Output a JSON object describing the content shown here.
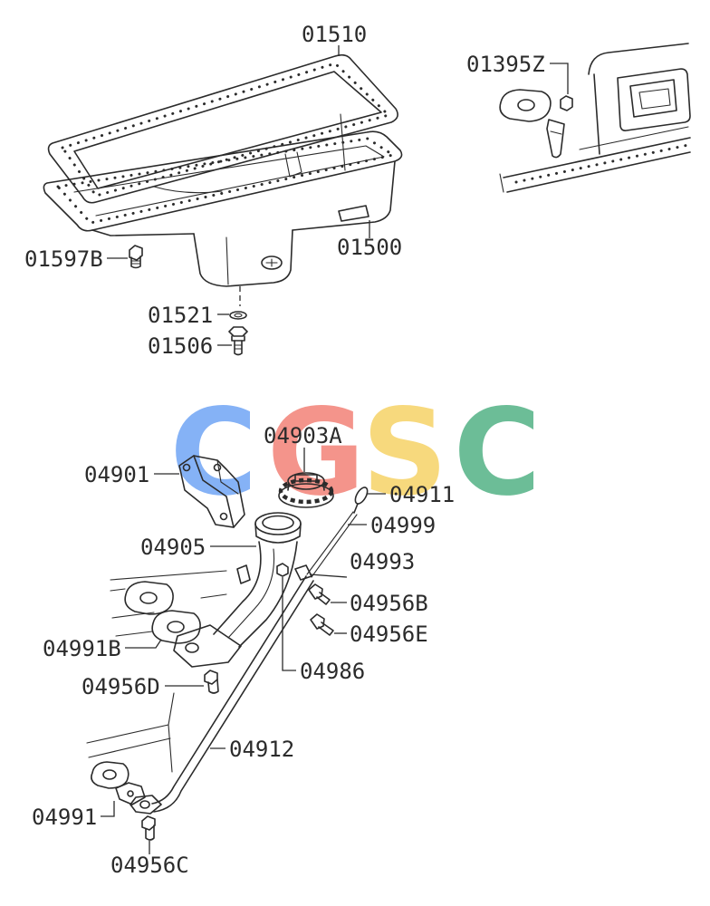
{
  "callouts": [
    "01510",
    "01395Z",
    "01500",
    "01597B",
    "01521",
    "01506",
    "04903A",
    "04901",
    "04911",
    "04999",
    "04905",
    "04993",
    "04956B",
    "04956E",
    "04991B",
    "04986",
    "04956D",
    "04912",
    "04991",
    "04956C"
  ],
  "watermark": {
    "letters": [
      "C",
      "G",
      "S",
      "C"
    ],
    "colors": [
      "#78aaf6",
      "#f3897f",
      "#f7d56f",
      "#5db68c"
    ]
  },
  "colors": {
    "ink": "#2b2b2b",
    "background": "#ffffff"
  }
}
